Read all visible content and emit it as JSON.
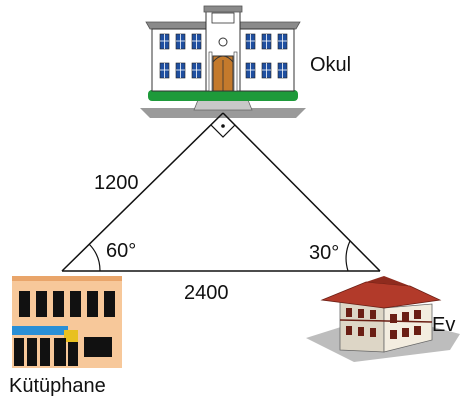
{
  "labels": {
    "school": "Okul",
    "library": "Kütüphane",
    "home": "Ev"
  },
  "sides": {
    "school_to_library": "1200",
    "library_to_home": "2400"
  },
  "angles": {
    "library": "60°",
    "home": "30°"
  },
  "right_angle_at": "school",
  "icons": {
    "school": "school-building-icon",
    "library": "library-building-icon",
    "home": "house-icon"
  },
  "colors": {
    "school_roof": "#8a8a8a",
    "school_door": "#c47a2c",
    "school_hedge": "#1e9a3a",
    "library_wall": "#f7c89a",
    "library_window": "#111111",
    "library_awning": "#2a8fd6",
    "home_roof": "#b23a2a",
    "home_wall": "#f3ede0",
    "line": "#111111"
  }
}
